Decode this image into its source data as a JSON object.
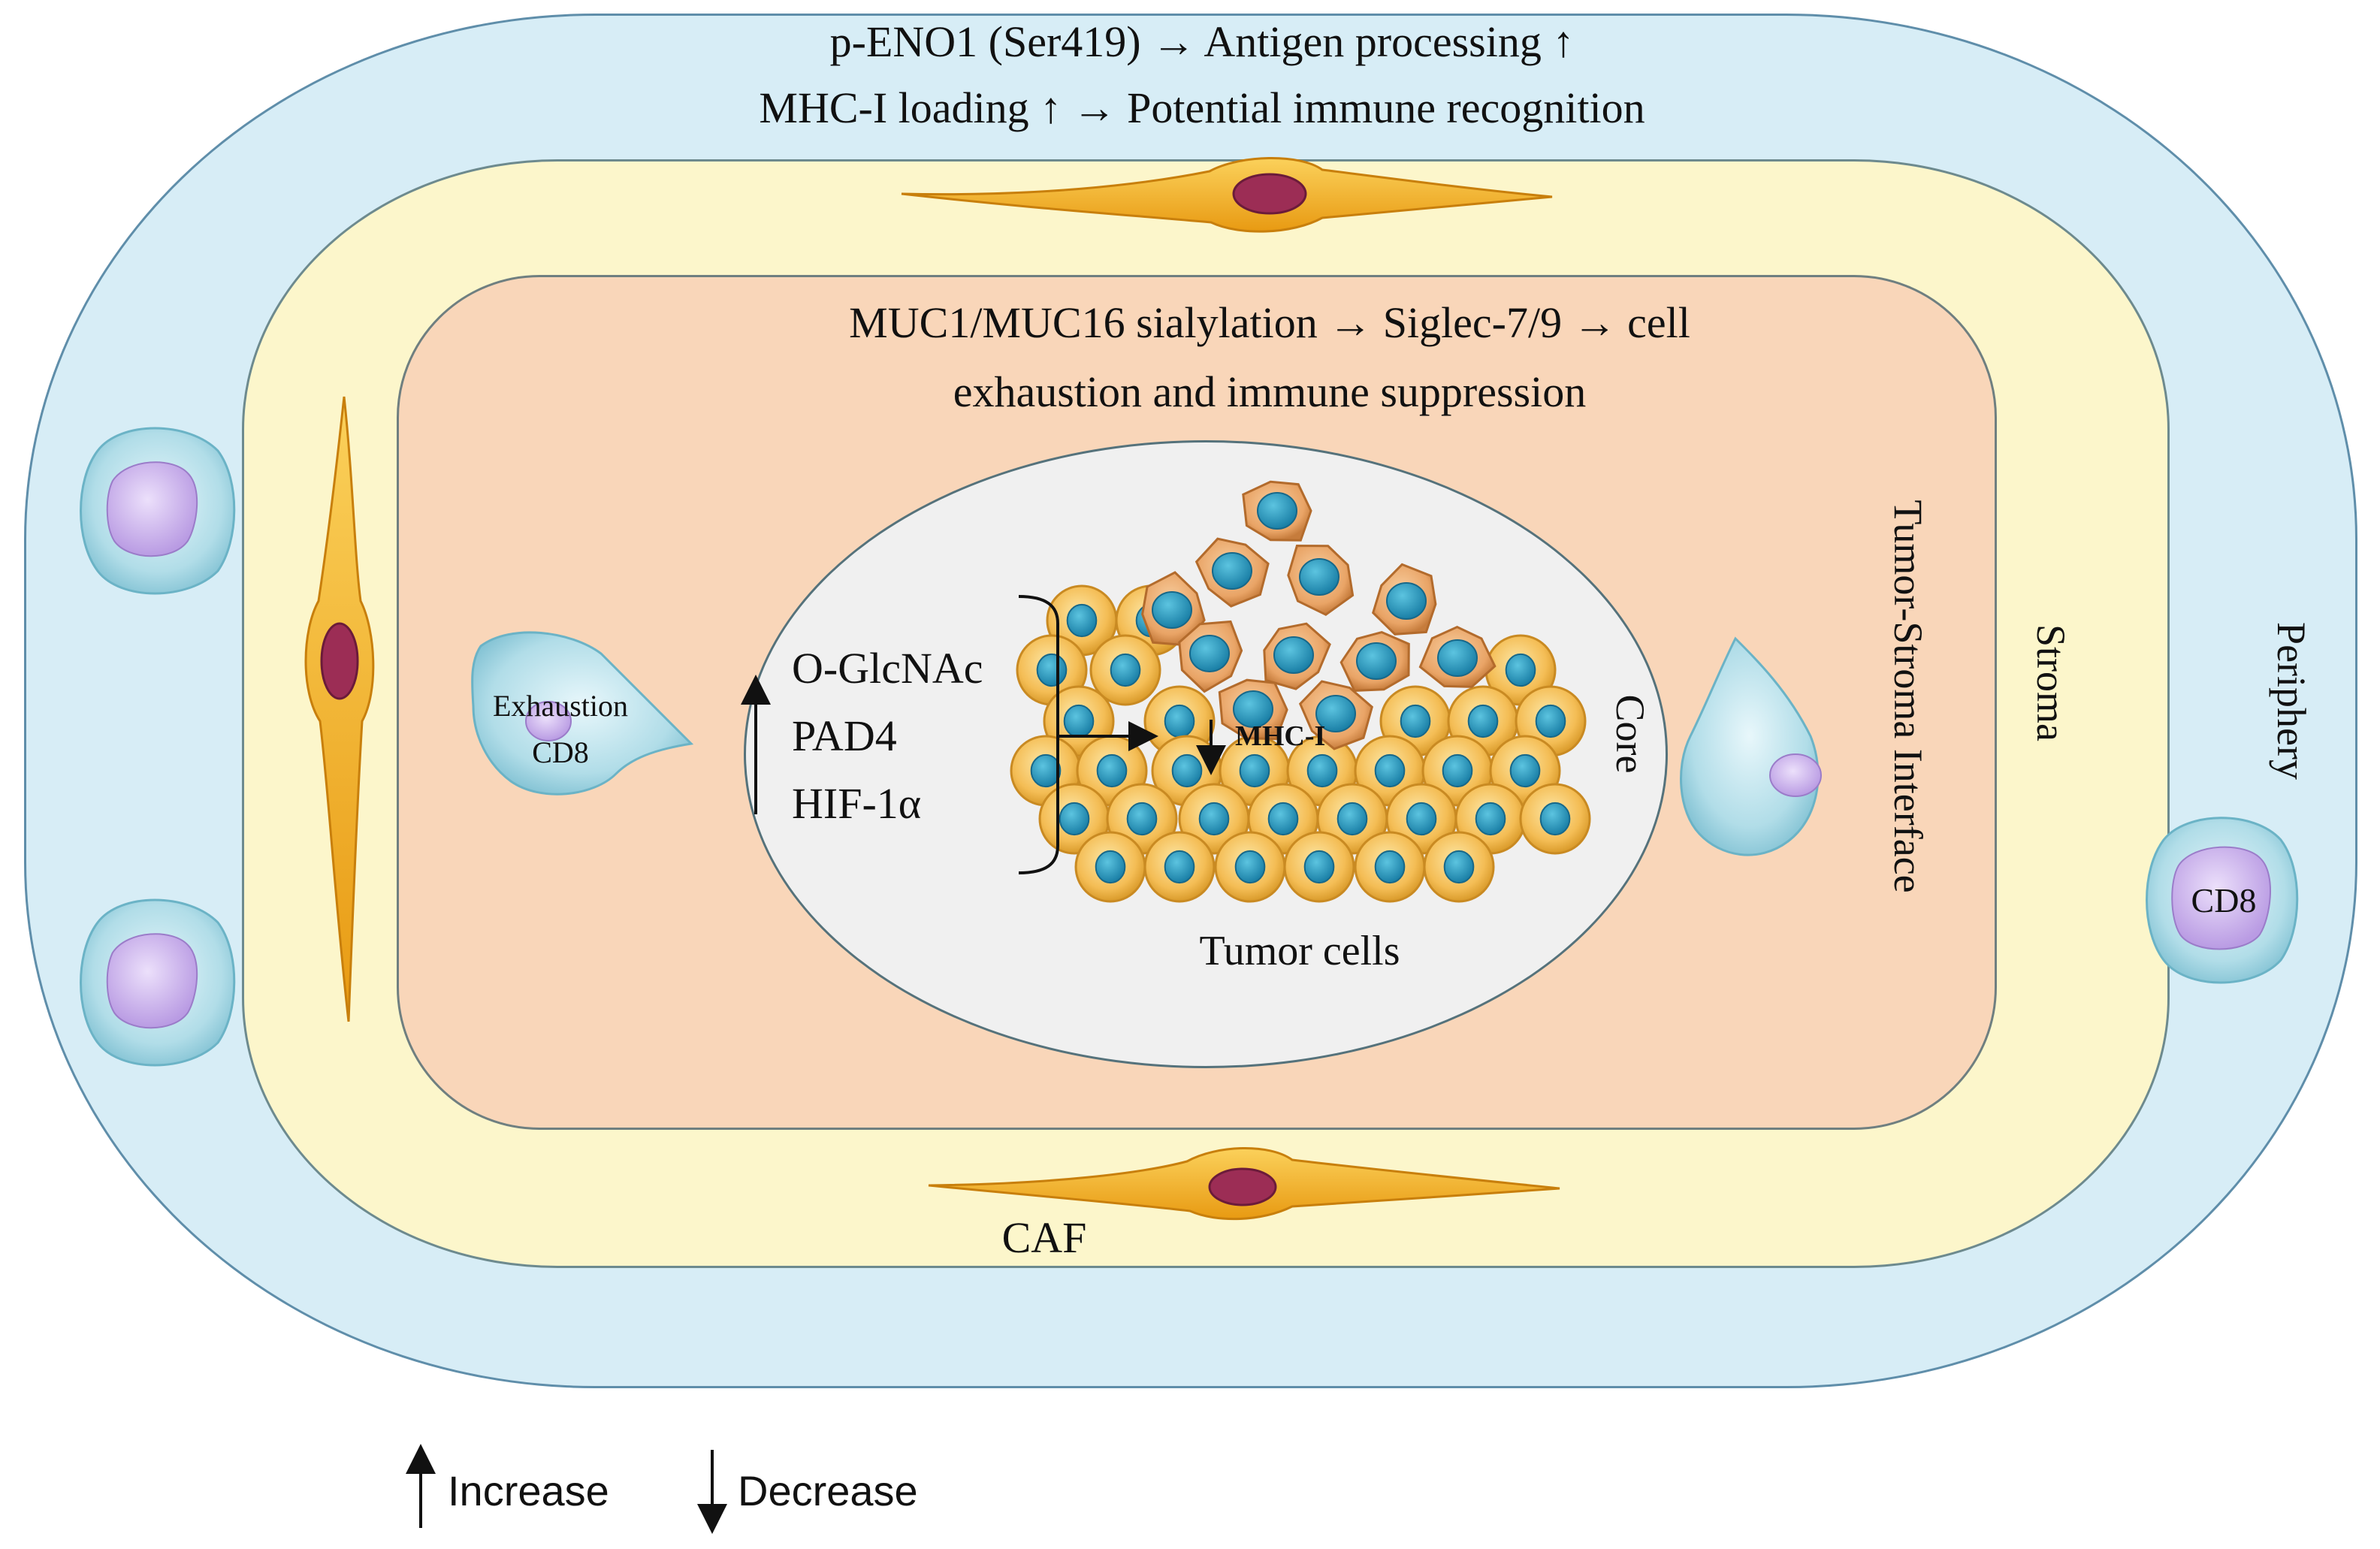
{
  "regions": {
    "periphery": "Periphery",
    "stroma": "Stroma",
    "interface": "Tumor-Stroma Interface",
    "core": "Core"
  },
  "periphery_text": {
    "line1": "p-ENO1 (Ser419) → Antigen processing ↑",
    "line2": "MHC-I loading ↑ → Potential immune recognition"
  },
  "interface_text": {
    "line1": "MUC1/MUC16 sialylation → Siglec-7/9 → cell",
    "line2": "exhaustion and immune suppression"
  },
  "core_markers": {
    "arrow": "↑",
    "items": [
      "O-GlcNAc",
      "PAD4",
      "HIF-1α"
    ],
    "mhc_label": "MHC-I"
  },
  "cell_labels": {
    "tumor_cells": "Tumor cells",
    "caf": "CAF",
    "exhaustion_line1": "Exhaustion",
    "exhaustion_line2": "CD8",
    "cd8": "CD8"
  },
  "legend": {
    "increase_symbol": "↑",
    "increase": "Increase",
    "decrease_symbol": "↓",
    "decrease": "Decrease"
  },
  "colors": {
    "periphery": "#d7edf6",
    "stroma": "#fcf6cb",
    "interface": "#f9d6b9",
    "core": "#f0f0f0",
    "caf": "#f2b318",
    "tumor_cell": "#f6c060",
    "nucleus": "#2a9bbf",
    "immune_cell": "#b4e0ea"
  }
}
